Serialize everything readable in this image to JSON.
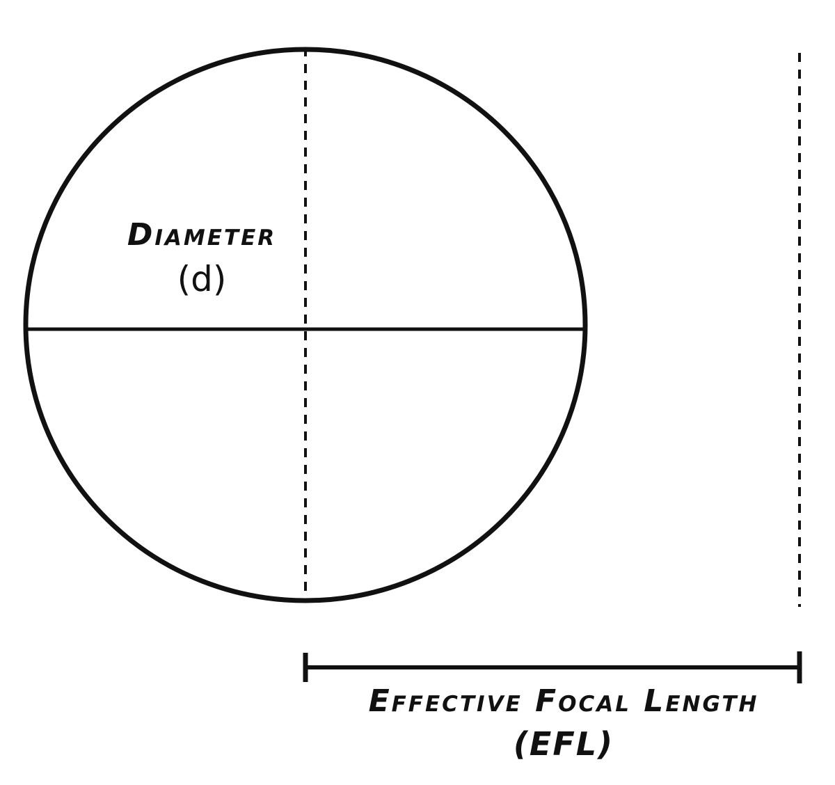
{
  "diameter": {
    "label": "Diameter",
    "symbol": "(d)"
  },
  "focal_length": {
    "label": "Effective Focal Length",
    "abbreviation": "(EFL)"
  },
  "colors": {
    "stroke": "#111111",
    "background": "#ffffff"
  }
}
